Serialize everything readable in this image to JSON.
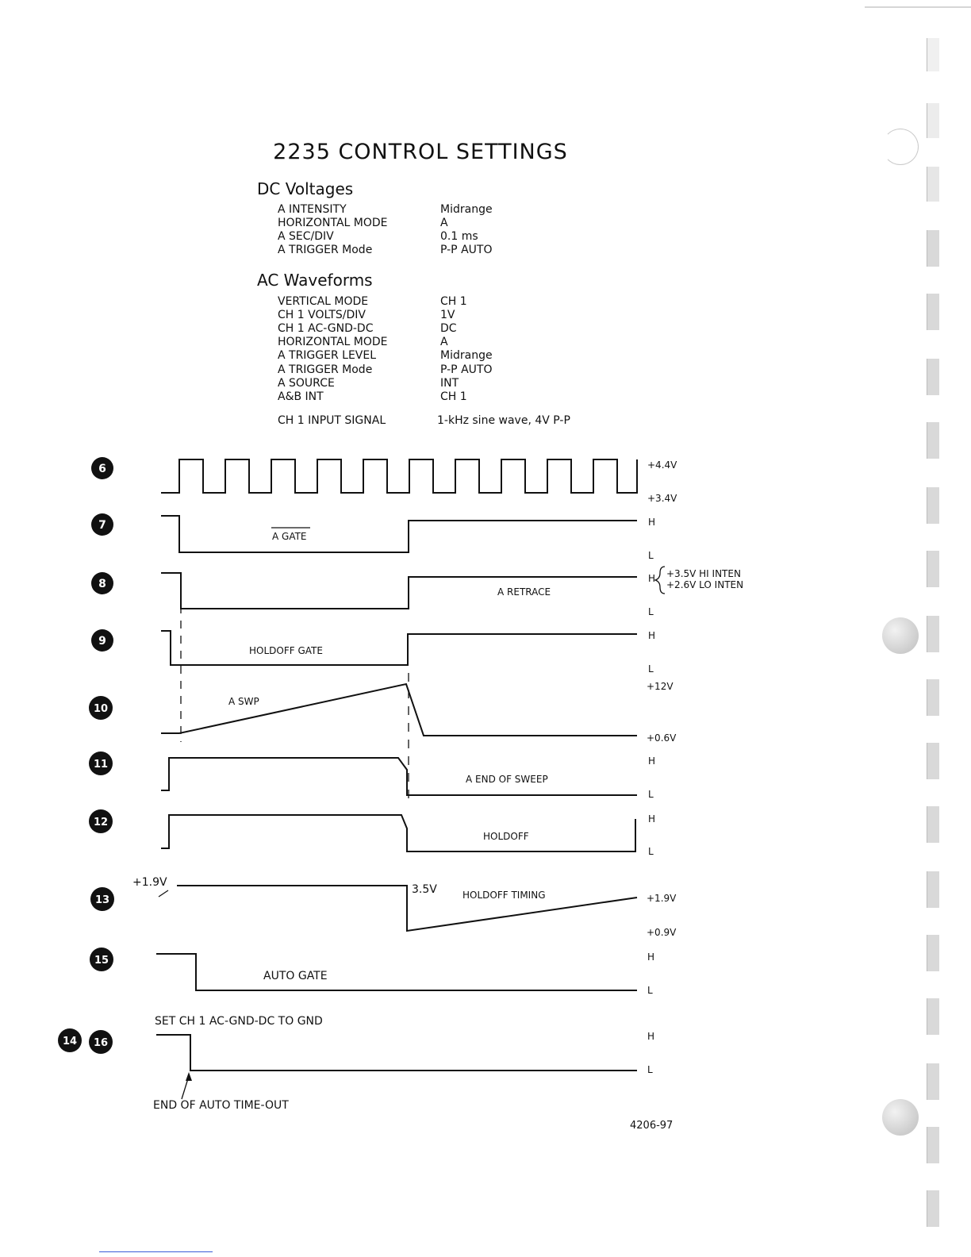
{
  "title": "2235 CONTROL SETTINGS",
  "dc_voltages": {
    "heading": "DC Voltages",
    "rows": [
      {
        "control": "A INTENSITY",
        "value": "Midrange"
      },
      {
        "control": "HORIZONTAL MODE",
        "value": "A"
      },
      {
        "control": "A SEC/DIV",
        "value": "0.1 ms"
      },
      {
        "control": "A TRIGGER Mode",
        "value": "P-P AUTO"
      }
    ]
  },
  "ac_waveforms": {
    "heading": "AC Waveforms",
    "rows": [
      {
        "control": "VERTICAL MODE",
        "value": "CH 1"
      },
      {
        "control": "CH 1 VOLTS/DIV",
        "value": "1V"
      },
      {
        "control": "CH 1 AC-GND-DC",
        "value": "DC"
      },
      {
        "control": "HORIZONTAL MODE",
        "value": "A"
      },
      {
        "control": "A TRIGGER LEVEL",
        "value": "Midrange"
      },
      {
        "control": "A TRIGGER Mode",
        "value": "P-P AUTO"
      },
      {
        "control": "A SOURCE",
        "value": "INT"
      },
      {
        "control": "A&B INT",
        "value": "CH 1"
      }
    ],
    "input_signal": {
      "control": "CH 1 INPUT SIGNAL",
      "value": "1-kHz sine wave, 4V P-P"
    }
  },
  "waveforms": {
    "markers": [
      "6",
      "7",
      "8",
      "9",
      "10",
      "11",
      "12",
      "13",
      "15",
      "14",
      "16"
    ],
    "labels": {
      "a_gate": "A GATE",
      "a_retrace": "A RETRACE",
      "holdoff_gate": "HOLDOFF GATE",
      "a_swp": "A SWP",
      "a_end_of_sweep": "A END OF SWEEP",
      "holdoff": "HOLDOFF",
      "holdoff_timing": "HOLDOFF TIMING",
      "auto_gate": "AUTO GATE",
      "set_note": "SET CH 1 AC-GND-DC TO GND",
      "end_note": "END OF AUTO TIME-OUT"
    },
    "levels": {
      "w6_high": "+4.4V",
      "w6_low": "+3.4V",
      "high": "H",
      "low": "L",
      "hi_inten": "+3.5V HI INTEN",
      "lo_inten": "+2.6V LO INTEN",
      "w10_high": "+12V",
      "w10_low": "+0.6V",
      "w13_start": "+1.9V",
      "w13_peak": "3.5V",
      "w13_right": "+1.9V",
      "w13_low": "+0.9V"
    }
  },
  "figure_number": "4206-97"
}
